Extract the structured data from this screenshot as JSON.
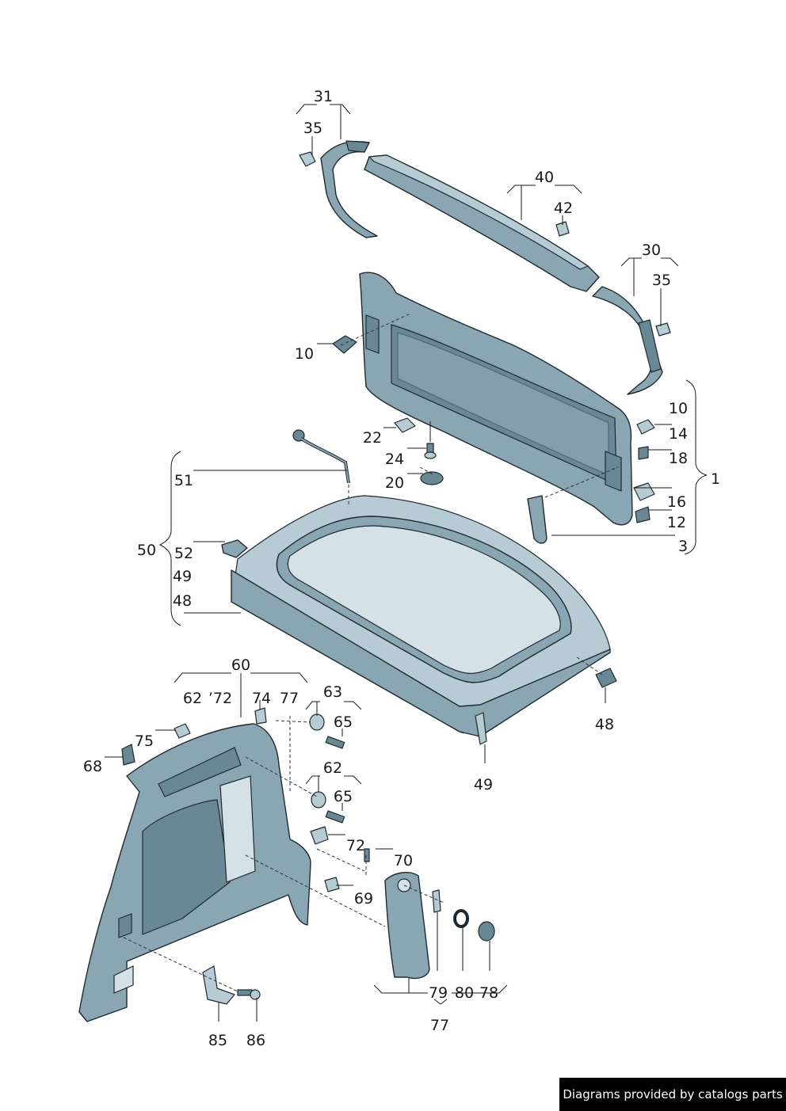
{
  "labels": {
    "l31": "31",
    "l35a": "35",
    "l40": "40",
    "l42": "42",
    "l30": "30",
    "l35b": "35",
    "l10a": "10",
    "l10b": "10",
    "l14": "14",
    "l18": "18",
    "l1": "1",
    "l16": "16",
    "l12": "12",
    "l3": "3",
    "l22": "22",
    "l24": "24",
    "l20": "20",
    "l51": "51",
    "l50": "50",
    "l52": "52",
    "l49a": "49",
    "l48a": "48",
    "l48b": "48",
    "l49b": "49",
    "l60": "60",
    "l62a": "62",
    "l72a": "’72",
    "l74": "74",
    "l77a": "77",
    "l63": "63",
    "l65a": "65",
    "l75": "75",
    "l68": "68",
    "l62b": "62",
    "l65b": "65",
    "l72b": "72",
    "l70": "70",
    "l69": "69",
    "l79": "79",
    "l80": "80",
    "l78": "78",
    "l77b": "77",
    "l85": "85",
    "l86": "86"
  },
  "footer": {
    "credit": "Diagrams provided by catalogs parts"
  }
}
